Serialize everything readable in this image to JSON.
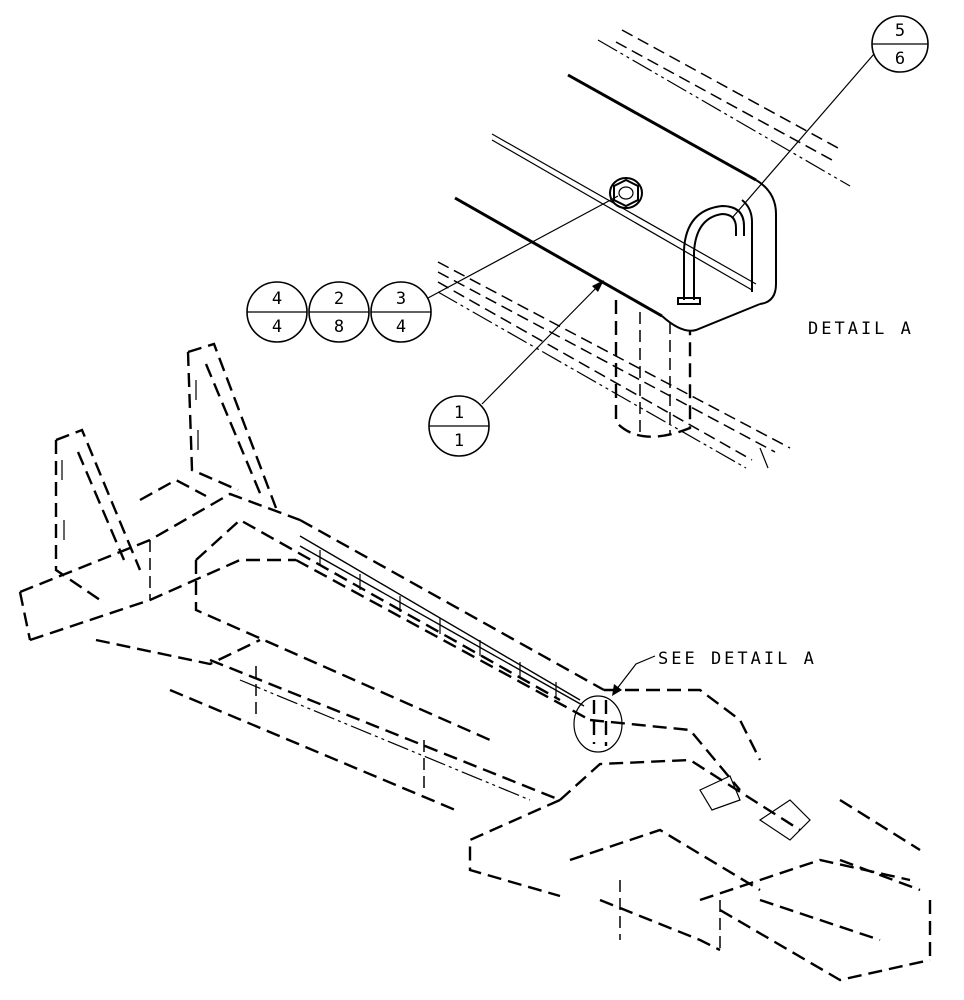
{
  "detail_title": "DETAIL  A",
  "detail_callout": "SEE DETAIL  A",
  "balloons": [
    {
      "id": "b56",
      "top": "5",
      "bottom": "6"
    },
    {
      "id": "b44",
      "top": "4",
      "bottom": "4"
    },
    {
      "id": "b28",
      "top": "2",
      "bottom": "8"
    },
    {
      "id": "b34",
      "top": "3",
      "bottom": "4"
    },
    {
      "id": "b11",
      "top": "1",
      "bottom": "1"
    }
  ]
}
